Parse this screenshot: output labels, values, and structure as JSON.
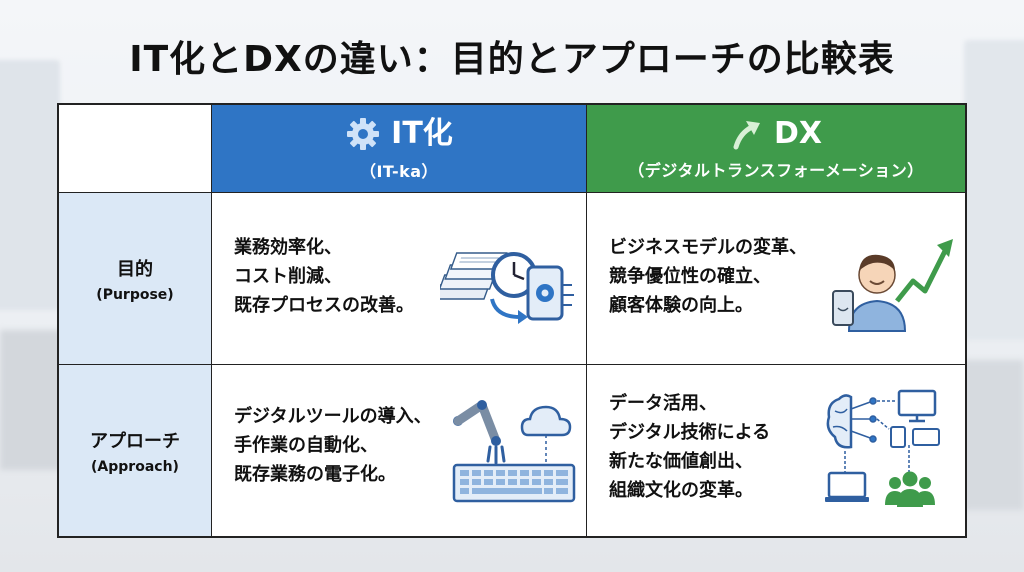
{
  "title": "IT化とDXの違い：目的とアプローチの比較表",
  "columns": {
    "it": {
      "label": "IT化",
      "sublabel": "（IT-ka）",
      "icon": "gear-icon",
      "color": "#2f75c5"
    },
    "dx": {
      "label": "DX",
      "sublabel": "（デジタルトランスフォーメーション）",
      "icon": "up-arrow-icon",
      "color": "#3f9b4b"
    }
  },
  "rows": {
    "purpose": {
      "label": "目的",
      "sublabel": "(Purpose)",
      "it_lines": [
        "業務効率化、",
        "コスト削減、",
        "既存プロセスの改善。"
      ],
      "dx_lines": [
        "ビジネスモデルの変革、",
        "競争優位性の確立、",
        "顧客体験の向上。"
      ]
    },
    "approach": {
      "label": "アプローチ",
      "sublabel": "(Approach)",
      "it_lines": [
        "デジタルツールの導入、",
        "手作業の自動化、",
        "既存業務の電子化。"
      ],
      "dx_lines": [
        "データ活用、",
        "デジタル技術による",
        "新たな価値創出、",
        "組織文化の変革。"
      ]
    }
  },
  "row_header_color": "#dbe8f6"
}
